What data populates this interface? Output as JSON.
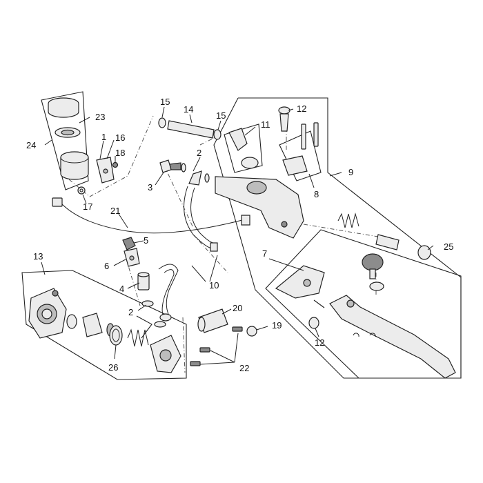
{
  "callouts": {
    "c24": "24",
    "c23": "23",
    "c1": "1",
    "c16": "16",
    "c18": "18",
    "c17": "17",
    "c15a": "15",
    "c14": "14",
    "c15b": "15",
    "c2a": "2",
    "c3": "3",
    "c11": "11",
    "c12a": "12",
    "c9": "9",
    "c8": "8",
    "c21": "21",
    "c5": "5",
    "c6": "6",
    "c4": "4",
    "c10": "10",
    "c2b": "2",
    "c7": "7",
    "c25": "25",
    "c13": "13",
    "c20": "20",
    "c19": "19",
    "c12b": "12",
    "c26": "26",
    "c22": "22"
  },
  "colors": {
    "line": "#222222",
    "light_fill": "#ececec",
    "dark_fill": "#8c8c8c",
    "background": "#ffffff"
  }
}
